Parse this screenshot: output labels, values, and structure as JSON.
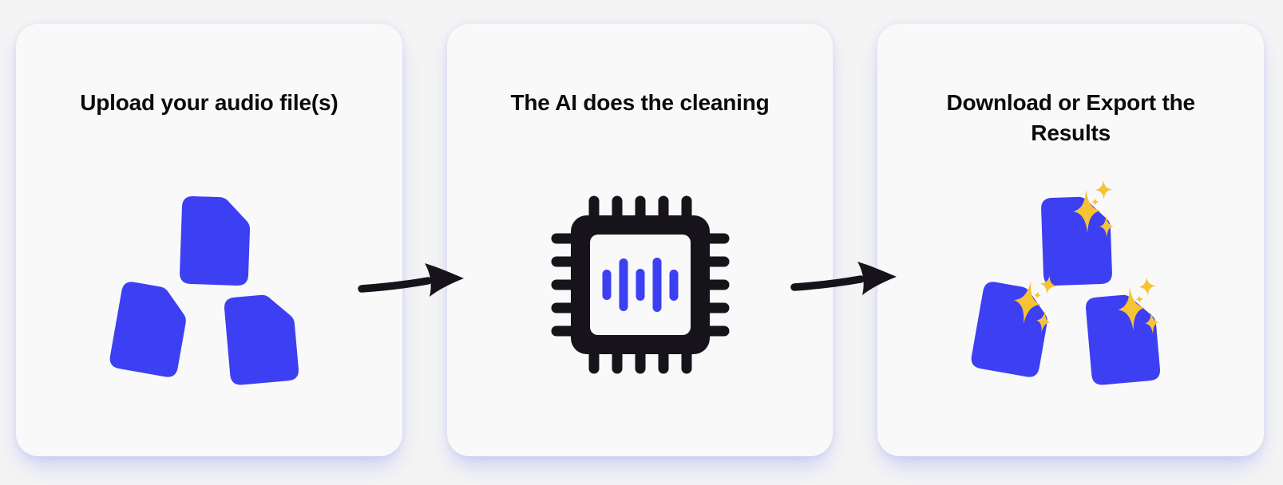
{
  "page": {
    "background_color": "#f4f4f5",
    "card_background_color": "#f9f9fa",
    "card_shadow_color": "#949bf0"
  },
  "colors": {
    "file_blue": "#3d3ff2",
    "sparkle_yellow": "#f6c334",
    "icon_black": "#16141a",
    "title_text": "#0b0b0e"
  },
  "steps": [
    {
      "title": "Upload your audio file(s)",
      "icon": "audio-files-icon"
    },
    {
      "title": "The AI does the cleaning",
      "icon": "ai-chip-icon"
    },
    {
      "title": "Download or Export the Results",
      "icon": "sparkling-files-icon"
    }
  ],
  "arrows": [
    {
      "icon": "arrow-right-icon"
    },
    {
      "icon": "arrow-right-icon"
    }
  ]
}
